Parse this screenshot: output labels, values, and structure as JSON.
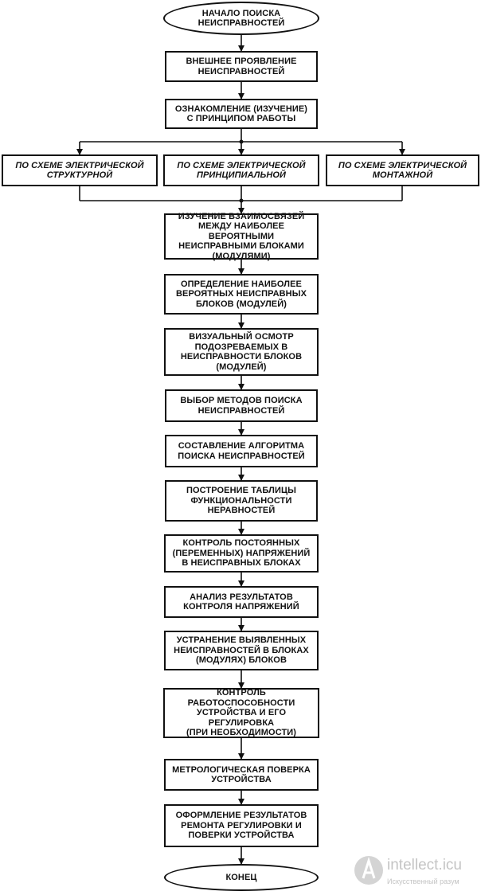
{
  "flowchart": {
    "start": "НАЧАЛО ПОИСКА\nНЕИСПРАВНОСТЕЙ",
    "step_1": "ВНЕШНЕЕ ПРОЯВЛЕНИЕ\nНЕИСПРАВНОСТЕЙ",
    "step_2": "ОЗНАКОМЛЕНИЕ (ИЗУЧЕНИЕ)\nС ПРИНЦИПОМ РАБОТЫ",
    "branches": [
      "ПО СХЕМЕ ЭЛЕКТРИЧЕСКОЙ\nСТРУКТУРНОЙ",
      "ПО СХЕМЕ ЭЛЕКТРИЧЕСКОЙ\nПРИНЦИПИАЛЬНОЙ",
      "ПО СХЕМЕ ЭЛЕКТРИЧЕСКОЙ\nМОНТАЖНОЙ"
    ],
    "step_3": "ИЗУЧЕНИЕ ВЗАИМОСВЯЗЕЙ\nМЕЖДУ НАИБОЛЕЕ ВЕРОЯТНЫМИ\nНЕИСПРАВНЫМИ БЛОКАМИ\n(МОДУЛЯМИ)",
    "step_4": "ОПРЕДЕЛЕНИЕ НАИБОЛЕЕ\nВЕРОЯТНЫХ НЕИСПРАВНЫХ\nБЛОКОВ (МОДУЛЕЙ)",
    "step_5": "ВИЗУАЛЬНЫЙ ОСМОТР\nПОДОЗРЕВАЕМЫХ В\nНЕИСПРАВНОСТИ БЛОКОВ\n(МОДУЛЕЙ)",
    "step_6": "ВЫБОР МЕТОДОВ ПОИСКА\nНЕИСПРАВНОСТЕЙ",
    "step_7": "СОСТАВЛЕНИЕ АЛГОРИТМА\nПОИСКА НЕИСПРАВНОСТЕЙ",
    "step_8": "ПОСТРОЕНИЕ ТАБЛИЦЫ\nФУНКЦИОНАЛЬНОСТИ\nНЕРАВНОСТЕЙ",
    "step_9": "КОНТРОЛЬ ПОСТОЯННЫХ\n(ПЕРЕМЕННЫХ) НАПРЯЖЕНИЙ\nВ НЕИСПРАВНЫХ БЛОКАХ",
    "step_10": "АНАЛИЗ РЕЗУЛЬТАТОВ\nКОНТРОЛЯ НАПРЯЖЕНИЙ",
    "step_11": "УСТРАНЕНИЕ ВЫЯВЛЕННЫХ\nНЕИСПРАВНОСТЕЙ В БЛОКАХ\n(МОДУЛЯХ) БЛОКОВ",
    "step_12": "КОНТРОЛЬ\nРАБОТОСПОСОБНОСТИ\nУСТРОЙСТВА И ЕГО РЕГУЛИРОВКА\n(ПРИ НЕОБХОДИМОСТИ)",
    "step_13": "МЕТРОЛОГИЧЕСКАЯ ПОВЕРКА\nУСТРОЙСТВА",
    "step_14": "ОФОРМЛЕНИЕ РЕЗУЛЬТАТОВ\nРЕМОНТА РЕГУЛИРОВКИ И\nПОВЕРКИ УСТРОЙСТВА",
    "end": "КОНЕЦ"
  },
  "watermark": {
    "title": "intellect.icu",
    "subtitle": "Искусственный разум",
    "color": "#c4c4c4"
  },
  "colors": {
    "line": "#111111",
    "background": "#ffffff"
  }
}
